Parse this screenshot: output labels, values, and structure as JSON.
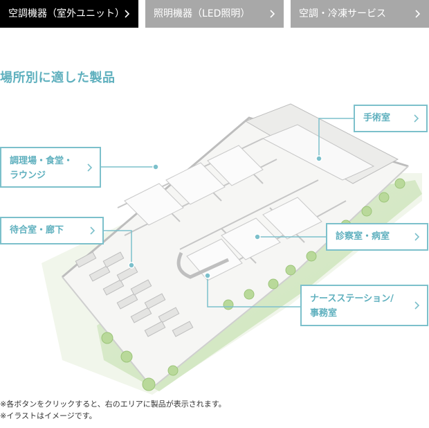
{
  "tabs": [
    {
      "label": "空調機器（室外ユニット）",
      "active": true
    },
    {
      "label": "照明機器（LED照明）",
      "active": false
    },
    {
      "label": "空調・冷凍サービス",
      "active": false
    }
  ],
  "section_title": "場所別に適した製品",
  "callouts": {
    "operating_room": {
      "label": "手術室"
    },
    "kitchen": {
      "line1": "調理場・食堂・",
      "line2": "ラウンジ"
    },
    "waiting": {
      "label": "待合室・廊下"
    },
    "exam": {
      "label": "診察室・病室"
    },
    "nurse_station": {
      "line1": "ナースステーション/",
      "line2": "事務室"
    }
  },
  "notes": [
    "※各ボタンをクリックすると、右のエリアに製品が表示されます。",
    "※イラストはイメージです。"
  ],
  "colors": {
    "accent": "#5fb0be",
    "callout_border": "#7cc0cb",
    "tab_active": "#000000",
    "tab_inactive": "#a8a8a8"
  }
}
